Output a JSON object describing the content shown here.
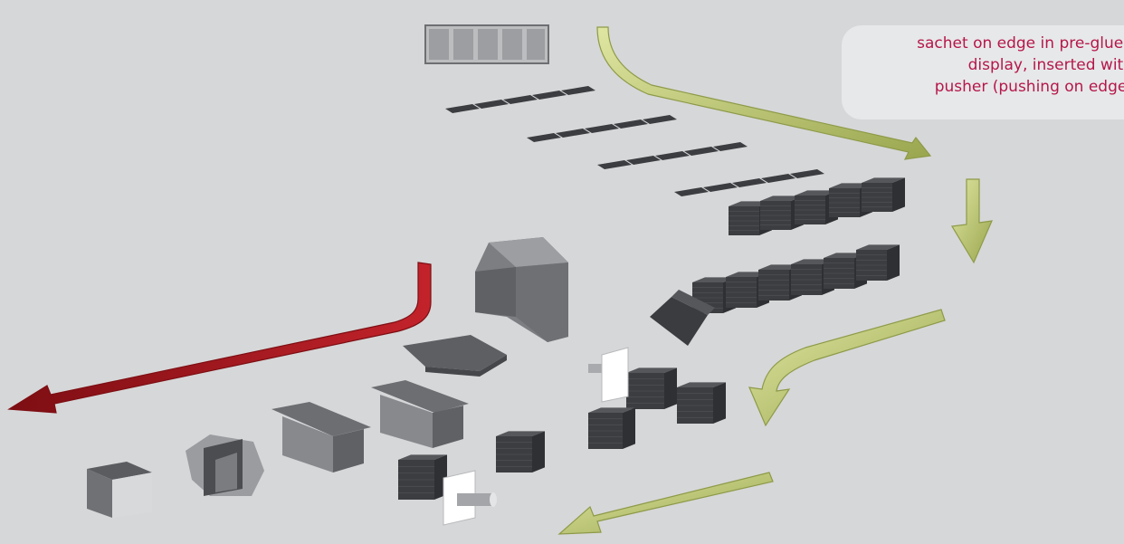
{
  "callout": {
    "lines": [
      "sachet on edge in pre-glued",
      "display, inserted with",
      "pusher (pushing on edge)"
    ]
  },
  "colors": {
    "background": "#d6d7d8",
    "callout_bg": "#e7e8e9",
    "callout_text": "#b5174a",
    "flow_arrow": "#b9c46c",
    "flow_arrow_edge": "#8e9a48",
    "exit_arrow": "#b0161e",
    "exit_arrow_edge": "#7d0e13",
    "product_dark": "#3b3d40",
    "product_light": "#5a5c60",
    "machine_part": "#7a7c80",
    "machine_part_light": "#9a9ca0",
    "blank": "#f2f2f2"
  },
  "icons": [
    "sachet-icon",
    "stack-icon",
    "carton-icon",
    "pusher-plate-icon",
    "flow-arrow-icon"
  ]
}
